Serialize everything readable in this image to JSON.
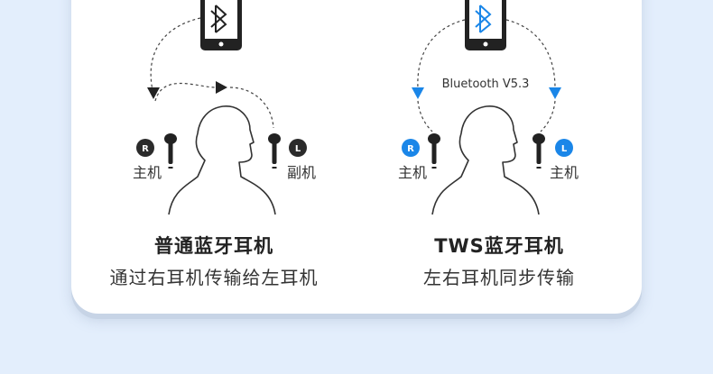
{
  "standard": {
    "title": "普通蓝牙耳机",
    "subtitle": "通过右耳机传输给左耳机",
    "right_badge": "R",
    "left_badge": "L",
    "right_label": "主机",
    "left_label": "副机",
    "icon": "bluetooth-icon",
    "accent_color": "#222222"
  },
  "tws": {
    "title": "TWS蓝牙耳机",
    "subtitle": "左右耳机同步传输",
    "bluetooth_version": "Bluetooth V5.3",
    "right_badge": "R",
    "left_badge": "L",
    "right_label": "主机",
    "left_label": "主机",
    "icon": "bluetooth-icon",
    "accent_color": "#1a86e8"
  }
}
